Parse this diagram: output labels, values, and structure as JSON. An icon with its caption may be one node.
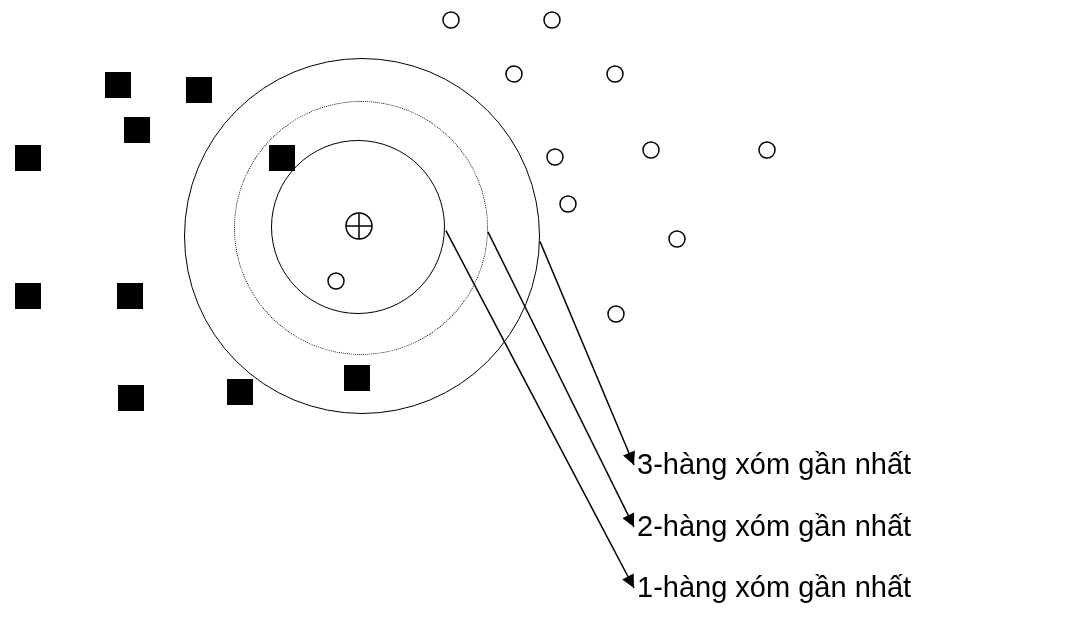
{
  "diagram": {
    "nodes": [
      {
        "text": [],
        "shape": "circle"
      },
      {
        "text": [],
        "shape": "circle",
        "in": 0
      },
      {
        "text": [],
        "shape": "circle",
        "in": 1
      },
      {
        "text": [
          "3-hàng xóm gần nhất"
        ]
      },
      {
        "text": [
          "2-hàng xóm gần nhất"
        ]
      },
      {
        "text": [
          "1-hàng xóm gần nhất"
        ]
      }
    ],
    "edges": [
      {
        "from": 0,
        "to": 3,
        "arrow": "to"
      },
      {
        "from": 1,
        "to": 4,
        "arrow": "to"
      },
      {
        "from": 2,
        "to": 5,
        "arrow": "to"
      }
    ]
  }
}
